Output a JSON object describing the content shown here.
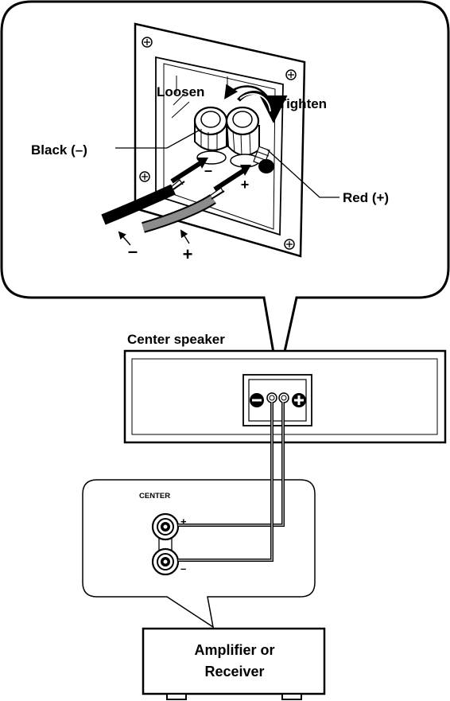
{
  "detail": {
    "loosen_label": "Loosen",
    "tighten_label": "Tighten",
    "black_label": "Black (–)",
    "red_label": "Red (+)",
    "wire_minus": "–",
    "wire_plus": "+",
    "panel_minus": "–",
    "panel_plus": "+"
  },
  "speaker": {
    "title": "Center speaker"
  },
  "amp_panel": {
    "title": "CENTER",
    "plus_label": "+",
    "minus_label": "–"
  },
  "amplifier": {
    "line1": "Amplifier or",
    "line2": "Receiver"
  },
  "colors": {
    "stroke": "#000000",
    "gray_wire": "#8c8c8c",
    "gray_fill": "#bdbdbd"
  }
}
